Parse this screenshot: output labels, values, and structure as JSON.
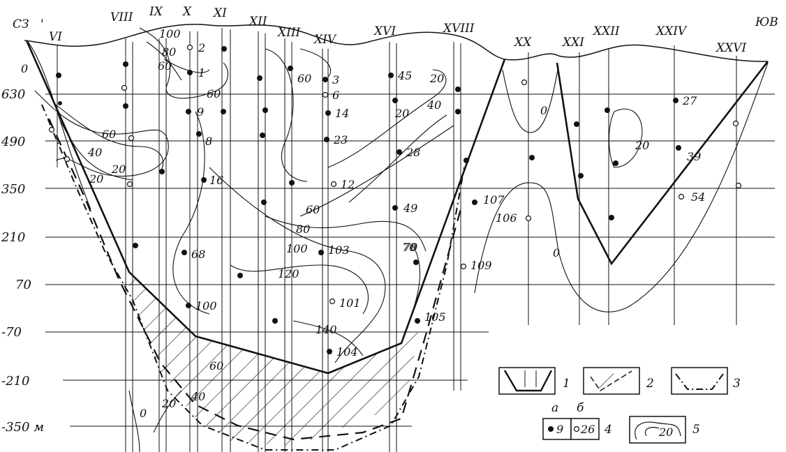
{
  "direction_labels": {
    "nw": "СЗ",
    "se": "ЮВ"
  },
  "profile_lines": [
    "VI",
    "VIII",
    "IX",
    "X",
    "XI",
    "XII",
    "XIII",
    "XIV",
    "XVI",
    "XVIII",
    "XX",
    "XXI",
    "XXII",
    "XXIV",
    "XXVI"
  ],
  "elevation_labels": [
    "630",
    "490",
    "350",
    "210",
    "70",
    "-70",
    "-210",
    "-350 м"
  ],
  "contour_labels": [
    "0",
    "60",
    "40",
    "20",
    "100",
    "80",
    "60",
    "60",
    "60",
    "20",
    "40",
    "60",
    "80",
    "100",
    "120",
    "140",
    "70",
    "20",
    "0",
    "20",
    "0",
    "60",
    "40",
    "20",
    "0"
  ],
  "well_labels": [
    "2",
    "1",
    "9",
    "8",
    "16",
    "68",
    "100",
    "3",
    "6",
    "14",
    "23",
    "12",
    "103",
    "101",
    "104",
    "45",
    "20",
    "28",
    "49",
    "70",
    "105",
    "107",
    "106",
    "109",
    "27",
    "39",
    "54"
  ],
  "legend": {
    "items": [
      "1",
      "2",
      "3",
      "4",
      "5"
    ],
    "sub_a": "а",
    "sub_b": "б",
    "sample_a": "9",
    "sample_b": "26",
    "contour_sample": "20"
  },
  "colors": {
    "ink": "#111111",
    "paper": "#ffffff"
  }
}
